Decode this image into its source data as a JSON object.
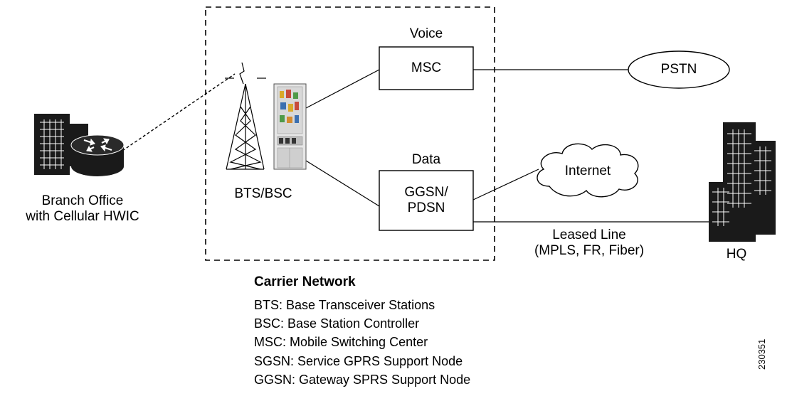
{
  "diagram": {
    "nodes": {
      "branch": {
        "label": "Branch Office\nwith Cellular HWIC",
        "icon": "router-building-icon"
      },
      "bts_bsc": {
        "label": "BTS/BSC",
        "icon": "cell-tower-icon"
      },
      "voice": {
        "caption": "Voice",
        "label": "MSC"
      },
      "data": {
        "caption": "Data",
        "label": "GGSN/\nPDSN"
      },
      "pstn": {
        "label": "PSTN"
      },
      "internet": {
        "label": "Internet"
      },
      "hq": {
        "label": "HQ",
        "icon": "office-building-icon"
      }
    },
    "links": {
      "leased_line": "Leased Line\n(MPLS, FR, Fiber)"
    },
    "carrier_network": {
      "title": "Carrier Network",
      "legend": [
        "BTS: Base Transceiver Stations",
        "BSC: Base Station Controller",
        "MSC: Mobile Switching Center",
        "SGSN: Service GPRS Support Node",
        "GGSN: Gateway SPRS Support Node"
      ]
    },
    "figure_id": "230351"
  }
}
